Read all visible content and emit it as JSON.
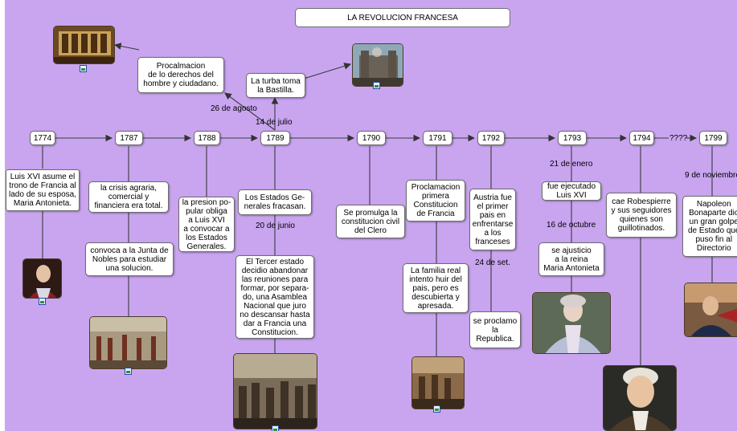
{
  "title": "LA REVOLUCION FRANCESA",
  "years": {
    "y1774": "1774",
    "y1787": "1787",
    "y1788": "1788",
    "y1789": "1789",
    "y1790": "1790",
    "y1791": "1791",
    "y1792": "1792",
    "y1793": "1793",
    "y1794": "1794",
    "y1799": "1799"
  },
  "labels": {
    "aug26": "26 de agosto",
    "jul14": "14 de julio",
    "jun20": "20 de junio",
    "sep24": "24 de set.",
    "jan21": "21 de enero",
    "oct16": "16 de octubre",
    "unknown": "????",
    "nov9": "9 de noviembre"
  },
  "notes": {
    "louis": "Luis XVI asume el\ntrono de Francia al\nlado de su esposa,\nMaria Antonieta.",
    "crisis": "la crisis agraria,\ncomercial y\nfinanciera era total.",
    "junta": "convoca a la Junta de\nNobles para estudiar\nuna solucion.",
    "presion": "la presion po-\npular obliga\na Luis XVI\na convocar a\nlos Estados\nGenerales.",
    "estados": "Los Estados Ge-\nnerales fracasan.",
    "tercer": "El Tercer estado\ndecidio abandonar\nlas reuniones para\nformar, por separa-\ndo, una Asamblea\nNacional que juro\nno descansar hasta\ndar a Francia una\nConstitucion.",
    "proclamacion": "Procalmacion\nde lo derechos del\nhombre y ciudadano.",
    "bastilla": "La turba toma\nla Bastilla.",
    "clero": "Se promulga la\nconstitucion civil\ndel Clero",
    "constitucion": "Proclamacion\nprimera\nConstitucion\nde Francia",
    "familia": "La familia real\nintento huir del\npais, pero es\ndescubierta y\napresada.",
    "austria": "Austria fue\nel primer\npais en\nenfrentarse\na los\nfranceses",
    "republica": "se proclamo\nla\nRepublica.",
    "ejecutado": "fue ejecutado\nLuis XVI",
    "ajusticio": "se ajusticio\na la reina\nMaria Antonieta",
    "robespierre": "cae Robespierre\ny sus seguidores\nquienes son\nguillotinados.",
    "napoleon": "Napoleon\nBonaparte dio\nun gran golpe\nde Estado que\npuso fin al\nDirectorio"
  },
  "colors": {
    "background": "#c9a5f0",
    "node": "#ffffff",
    "border": "#6d6d6d",
    "line": "#333333"
  },
  "icons": {
    "picture": "picture-icon"
  }
}
